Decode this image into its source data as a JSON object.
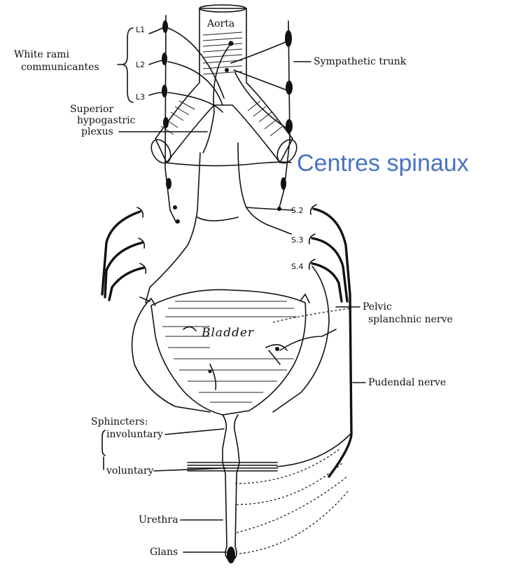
{
  "labels": {
    "aorta": "Aorta",
    "white_rami": "White rami",
    "communicantes": "communicantes",
    "l1": "L1",
    "l2": "L2",
    "l3": "L3",
    "superior": "Superior",
    "hypogastric": "hypogastric",
    "plexus": "plexus",
    "sympathetic_trunk": "Sympathetic trunk",
    "s2": "S.2",
    "s3": "S.3",
    "s4": "S.4",
    "bladder": "Bladder",
    "pelvic": "Pelvic",
    "splanchnic_nerve": "splanchnic nerve",
    "pudendal_nerve": "Pudendal nerve",
    "sphincters": "Sphincters:",
    "involuntary": "involuntary",
    "voluntary": "voluntary",
    "urethra": "Urethra",
    "glans": "Glans"
  },
  "overlay": {
    "centres_spinaux": "Centres spinaux"
  }
}
